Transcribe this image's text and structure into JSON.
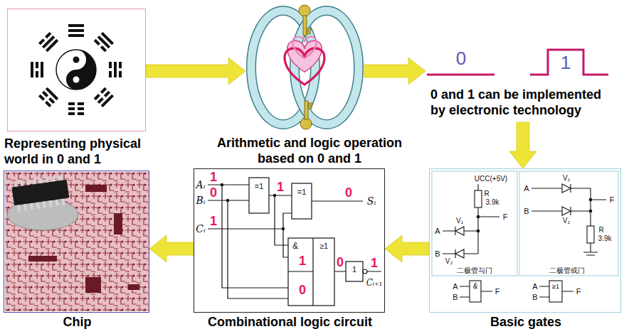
{
  "diagram": {
    "nodes": [
      {
        "text": [
          "Representing physical world in 0 and 1"
        ]
      },
      {
        "text": [
          "Arithmetic and logic operation based on 0 and 1"
        ]
      },
      {
        "text": [
          "0 and 1 can be implemented by electronic technology"
        ]
      },
      {
        "text": [
          "Chip"
        ]
      },
      {
        "text": [
          "Combinational logic circuit"
        ]
      },
      {
        "text": [
          "Basic gates"
        ]
      }
    ],
    "edges": [
      {
        "from": 0,
        "to": 1,
        "arrow": "to"
      },
      {
        "from": 1,
        "to": 2,
        "arrow": "to"
      },
      {
        "from": 2,
        "to": 5,
        "arrow": "to"
      },
      {
        "from": 5,
        "to": 4,
        "arrow": "to"
      },
      {
        "from": 4,
        "to": 3,
        "arrow": "to"
      }
    ],
    "labels": [
      "0",
      "1",
      "Aᵢ",
      "Bᵢ",
      "Cᵢ",
      "1",
      "0",
      "1",
      "=1",
      "1",
      "=1",
      "0",
      "Sᵢ",
      "&",
      "≥1",
      "1",
      "0",
      "1",
      "1",
      "Cᵢ₊₁",
      "0",
      "UCC(+5V)",
      "R",
      "3.9k",
      "V₁",
      "A",
      "F",
      "B",
      "V₂",
      "二极管与门",
      "V₁",
      "A",
      "B",
      "V₂",
      "F",
      "R",
      "3.9k",
      "二极管或门",
      "A",
      "B",
      "&",
      "F",
      "A",
      "B",
      "≥1",
      "F"
    ]
  }
}
